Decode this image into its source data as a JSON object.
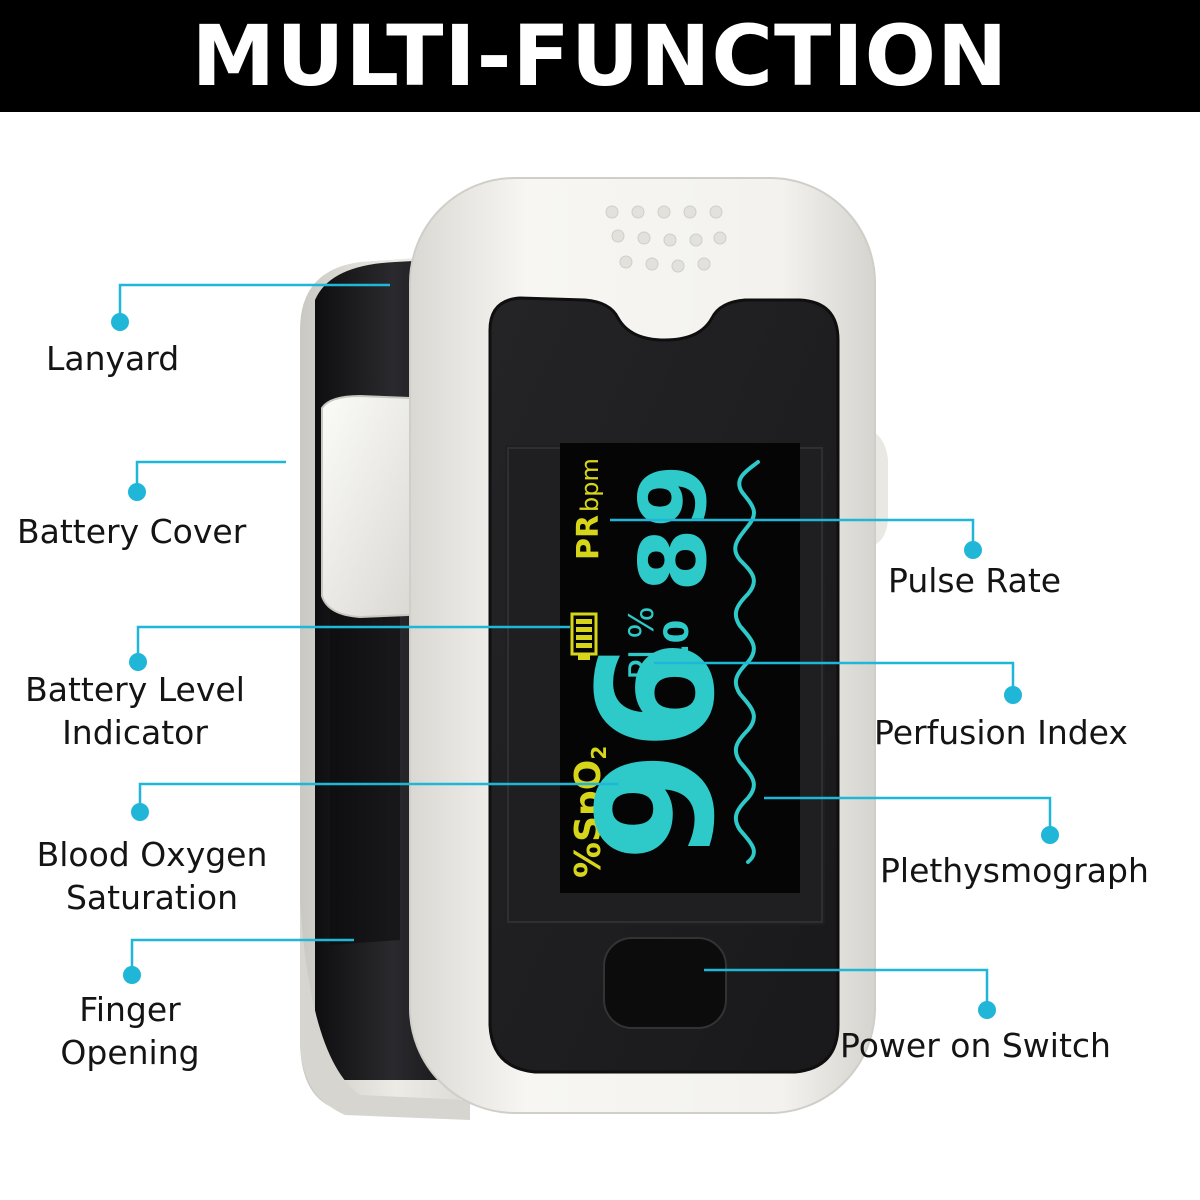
{
  "title": "MULTI-FUNCTION",
  "colors": {
    "callout": "#1fb6d8",
    "header_bg": "#000000",
    "header_text": "#ffffff",
    "label_text": "#141414",
    "display_yellow": "#d7d51a",
    "display_cyan": "#2ec9c9",
    "casing": "#f1f0ec",
    "body_dark": "#1b1b1d"
  },
  "callouts": {
    "lanyard": "Lanyard",
    "battery_cover": "Battery Cover",
    "battery_level": [
      "Battery Level",
      "Indicator"
    ],
    "blood_oxygen": [
      "Blood Oxygen",
      "Saturation"
    ],
    "finger_opening": [
      "Finger",
      "Opening"
    ],
    "pulse_rate": "Pulse Rate",
    "perfusion_index": "Perfusion Index",
    "plethysmograph": "Plethysmograph",
    "power_switch": "Power on Switch"
  },
  "display": {
    "pr_label": "PR",
    "pr_unit": "bpm",
    "pr_value": "89",
    "pi_label": "PI %",
    "pi_value": "1.0",
    "spo2_label": "%SpO",
    "spo2_sub": "2",
    "spo2_value": "96"
  },
  "icons": [
    "battery-icon",
    "power-button-icon",
    "callout-dot-icon"
  ]
}
